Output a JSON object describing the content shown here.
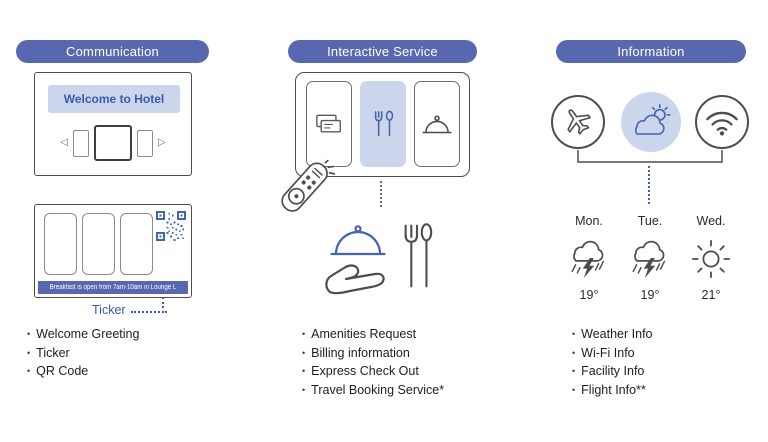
{
  "palette": {
    "header_pill": "#5868b0",
    "highlight_blue": "#cbd6ec",
    "accent_blue": "#4464ad",
    "outline_gray": "#4d4d4d"
  },
  "icons": {
    "arrow_left": "◁",
    "arrow_right": "▷"
  },
  "communication": {
    "header": "Communication",
    "welcome_text": "Welcome to Hotel",
    "ticker_text": "Breakfast is open from 7am-10am in Lounge L",
    "ticker_label": "Ticker",
    "bullets": [
      "Welcome Greeting",
      "Ticker",
      "QR Code"
    ]
  },
  "interactive_service": {
    "header": "Interactive Service",
    "bullets": [
      "Amenities Request",
      "Billing information",
      "Express Check Out",
      "Travel Booking Service*"
    ]
  },
  "information": {
    "header": "Information",
    "forecast": [
      {
        "day": "Mon.",
        "temp": "19°",
        "condition": "thunderstorm"
      },
      {
        "day": "Tue.",
        "temp": "19°",
        "condition": "thunderstorm"
      },
      {
        "day": "Wed.",
        "temp": "21°",
        "condition": "sunny"
      }
    ],
    "bullets": [
      "Weather Info",
      "Wi-Fi Info",
      "Facility Info",
      "Flight Info**"
    ]
  }
}
